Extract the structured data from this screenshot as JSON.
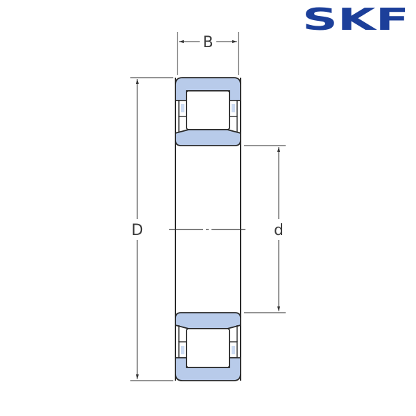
{
  "brand": {
    "logo_text": "SKF",
    "logo_color": "#1c3f9a"
  },
  "diagram": {
    "type": "cylindrical roller bearing cross-section",
    "dimensions": {
      "width_label": "B",
      "outer_diameter_label": "D",
      "bore_diameter_label": "d"
    },
    "colors": {
      "ring_fill": "#b8cbea",
      "outline": "#2a2a2a",
      "dimension_line": "#555555",
      "roller_fill": "#ffffff",
      "cage_highlight": "#cddcf3"
    }
  }
}
